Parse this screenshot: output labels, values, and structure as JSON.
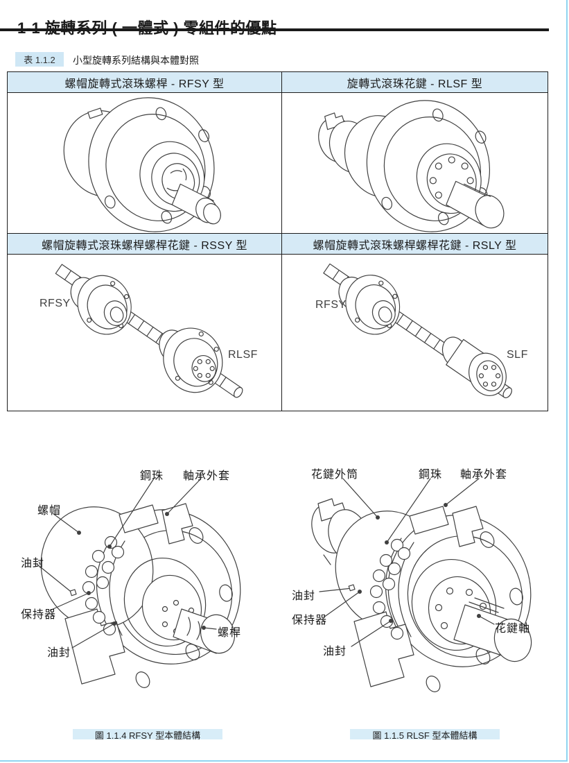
{
  "header": {
    "title": "1-1 旋轉系列 ( 一體式 ) 零組件的優點"
  },
  "table": {
    "label": "表 1.1.2",
    "caption": "小型旋轉系列結構與本體對照",
    "headers_row1": [
      "螺帽旋轉式滾珠螺桿 - RFSY 型",
      "旋轉式滾珠花鍵 - RLSF 型"
    ],
    "headers_row2": [
      "螺帽旋轉式滾珠螺桿螺桿花鍵 - RSSY 型",
      "螺帽旋轉式滾珠螺桿螺桿花鍵 - RSLY 型"
    ],
    "rssy_labels": {
      "left": "RFSY",
      "right": "RLSF"
    },
    "rsly_labels": {
      "left": "RFSY",
      "right": "SLF"
    }
  },
  "figures": {
    "left": {
      "caption": "圖 1.1.4 RFSY 型本體結構",
      "callouts": {
        "ball": "鋼珠",
        "bearing_sleeve": "軸承外套",
        "nut": "螺帽",
        "oil_seal_top": "油封",
        "retainer": "保持器",
        "oil_seal_bottom": "油封",
        "screw_shaft": "螺桿"
      }
    },
    "right": {
      "caption": "圖 1.1.5 RLSF 型本體結構",
      "callouts": {
        "spline_cylinder": "花鍵外筒",
        "ball": "鋼珠",
        "bearing_sleeve": "軸承外套",
        "oil_seal_top": "油封",
        "retainer": "保持器",
        "oil_seal_bottom": "油封",
        "spline_shaft": "花鍵軸"
      }
    }
  },
  "colors": {
    "accent_sky": "#8fd4f1",
    "panel_blue": "#d6eaf6",
    "badge_blue": "#cfe7f5",
    "caption_blue": "#d8edf8",
    "line_dark": "#1c1c1c",
    "ink": "#1a1a1a"
  }
}
